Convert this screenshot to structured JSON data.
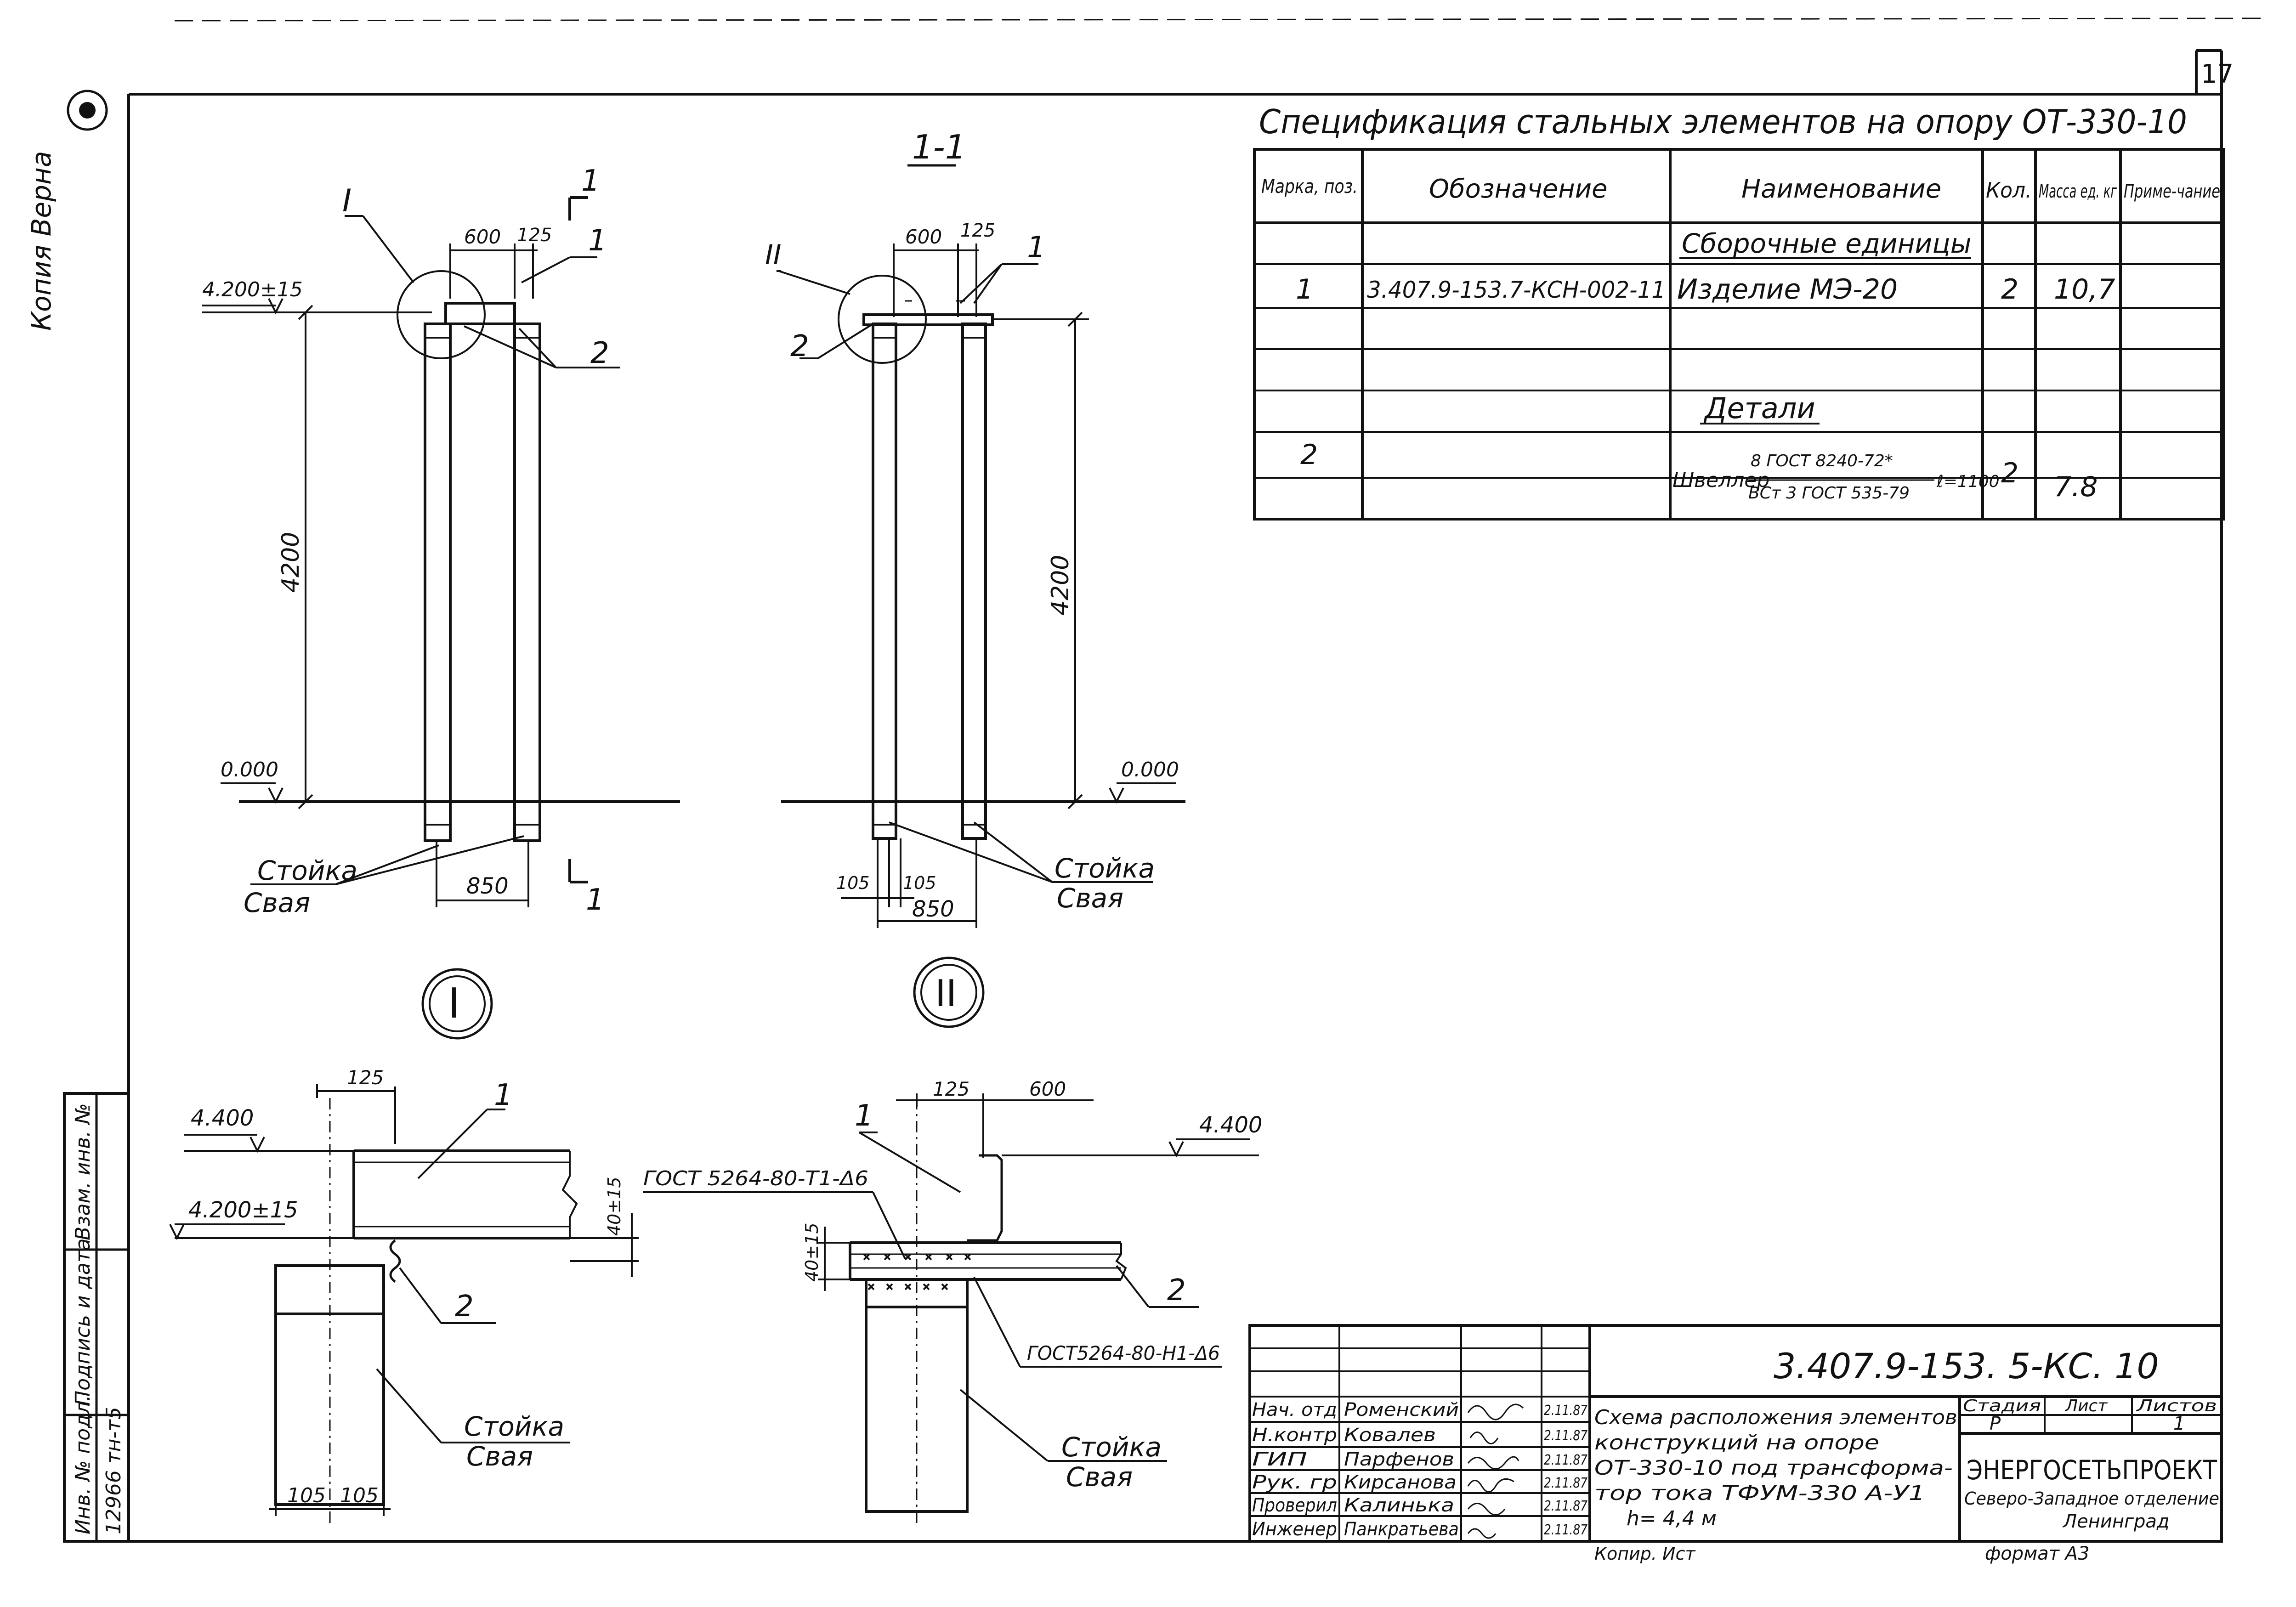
{
  "sheet": {
    "sheet_number": "17",
    "side_note": "Копия Верна",
    "copier_note": "Копир. Ист",
    "format_note": "формат А3"
  },
  "spec": {
    "title": "Спецификация стальных элементов на опору ОТ-330-10",
    "headers": [
      "Марка, поз.",
      "Обозначение",
      "Наименование",
      "Кол.",
      "Масса ед. кг",
      "Приме-чание"
    ],
    "group_assemblies": "Сборочные единицы",
    "group_details": "Детали",
    "rows": [
      {
        "pos": "1",
        "designation": "3.407.9-153.7-КСН-002-11",
        "name": "Изделие МЭ-20",
        "qty": "2",
        "mass": "10,7",
        "note": ""
      },
      {
        "pos": "2",
        "designation": "",
        "name_main": "Швеллер",
        "name_top": "8 ГОСТ 8240-72*",
        "name_bottom": "ВСт 3 ГОСТ 535-79",
        "name_len": "ℓ=1100",
        "qty": "2",
        "mass": "7.8",
        "note": ""
      }
    ]
  },
  "drawings": {
    "elev_main": {
      "callout": "I",
      "level_top": "4.200±15",
      "level_zero": "0.000",
      "dim_height": "4200",
      "dim_600": "600",
      "dim_125": "125",
      "dim_850": "850",
      "label_1": "1",
      "label_2": "2",
      "label_post": "Стойка",
      "label_pile": "Свая",
      "section_mark": "1"
    },
    "section_1_1": {
      "title": "1-1",
      "callout": "II",
      "level_zero": "0.000",
      "dim_height": "4200",
      "dim_600": "600",
      "dim_125": "125",
      "dim_850": "850",
      "dim_105a": "105",
      "dim_105b": "105",
      "label_1": "1",
      "label_2": "2",
      "label_post": "Стойка",
      "label_pile": "Свая"
    },
    "node_I": {
      "symbol": "I",
      "level_440": "4.400",
      "level_420": "4.200±15",
      "dim_125": "125",
      "dim_40": "40±15",
      "dim_105a": "105",
      "dim_105b": "105",
      "label_1": "1",
      "label_2": "2",
      "label_post": "Стойка",
      "label_pile": "Свая"
    },
    "node_II": {
      "symbol": "II",
      "level_440": "4.400",
      "dim_125": "125",
      "dim_600": "600",
      "dim_40": "40±15",
      "weld_1": "ГОСТ 5264-80-Т1-Δ6",
      "weld_2": "ГОСТ5264-80-Н1-Δ6",
      "label_1": "1",
      "label_2": "2",
      "label_post": "Стойка",
      "label_pile": "Свая"
    }
  },
  "stamp": {
    "code": "3.407.9-153. 5-КС. 10",
    "title_lines": [
      "Схема расположения элементов",
      "конструкций на опоре",
      "ОТ-330-10 под трансформа-",
      "тор тока ТФУМ-330 А-У1",
      "h= 4,4 м"
    ],
    "stage_header": "Стадия",
    "sheet_header": "Лист",
    "sheets_header": "Листов",
    "stage": "Р",
    "sheet": "",
    "sheets": "1",
    "org": "ЭНЕРГОСЕТЬПРОЕКТ",
    "org_sub": "Северо-Западное отделение",
    "org_city": "Ленинград",
    "people": [
      {
        "role": "Нач. отд",
        "name": "Роменский",
        "date": "2.11.87"
      },
      {
        "role": "Н.контр",
        "name": "Ковалев",
        "date": "2.11.87"
      },
      {
        "role": "ГИП",
        "name": "Парфенов",
        "date": "2.11.87"
      },
      {
        "role": "Рук. гр",
        "name": "Кирсанова",
        "date": "2.11.87"
      },
      {
        "role": "Проверил",
        "name": "Калинька",
        "date": "2.11.87"
      },
      {
        "role": "Инженер",
        "name": "Панкратьева",
        "date": "2.11.87"
      }
    ]
  },
  "side_stamp": {
    "col1": "Инв. № подл.",
    "col2": "Подпись и дата",
    "col3": "Взам. инв. №",
    "inv_value": "12966 тн-т5"
  }
}
